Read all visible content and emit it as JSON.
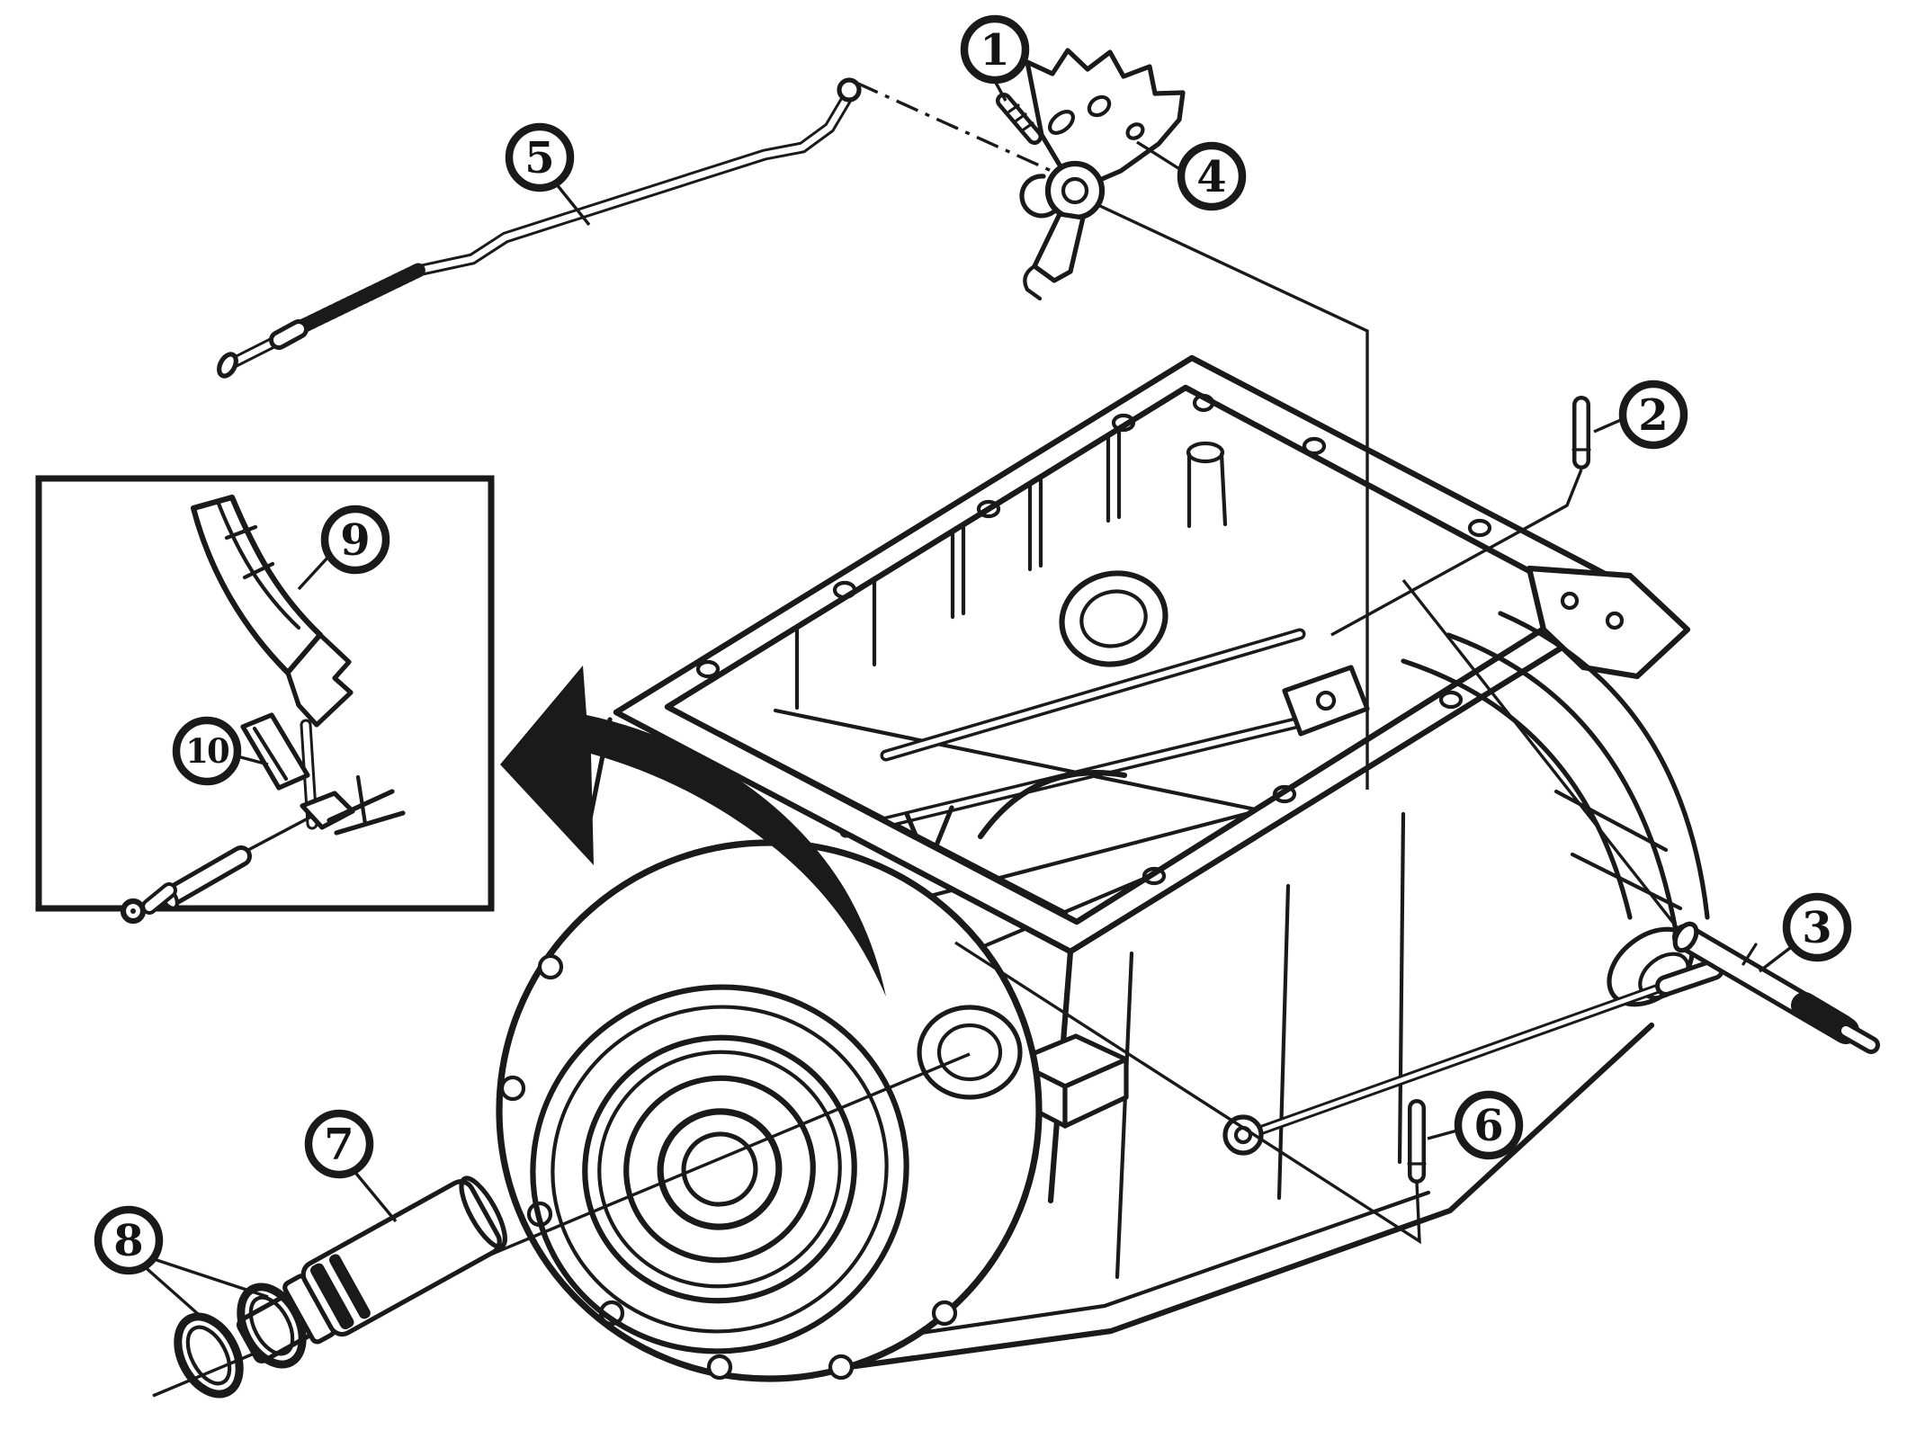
{
  "diagram": {
    "background_color": "#ffffff",
    "line_color": "#1a1a1a",
    "callout_count": 10
  },
  "callouts": {
    "c1": {
      "label": "1"
    },
    "c2": {
      "label": "2"
    },
    "c3": {
      "label": "3"
    },
    "c4": {
      "label": "4"
    },
    "c5": {
      "label": "5"
    },
    "c6": {
      "label": "6"
    },
    "c7": {
      "label": "7"
    },
    "c8": {
      "label": "8"
    },
    "c9": {
      "label": "9"
    },
    "c10": {
      "label": "10"
    }
  }
}
